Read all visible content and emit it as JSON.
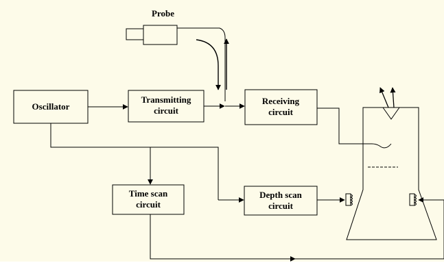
{
  "diagram": {
    "background": "#fdfbe9",
    "line_color": "#000000",
    "labels": {
      "probe": "Probe",
      "oscillator": "Oscillator",
      "transmitting": [
        "Transmitting",
        "circuit"
      ],
      "receiving": [
        "Receiving",
        "circuit"
      ],
      "time_scan": [
        "Time scan",
        "circuit"
      ],
      "depth_scan": [
        "Depth scan",
        "circuit"
      ]
    }
  }
}
